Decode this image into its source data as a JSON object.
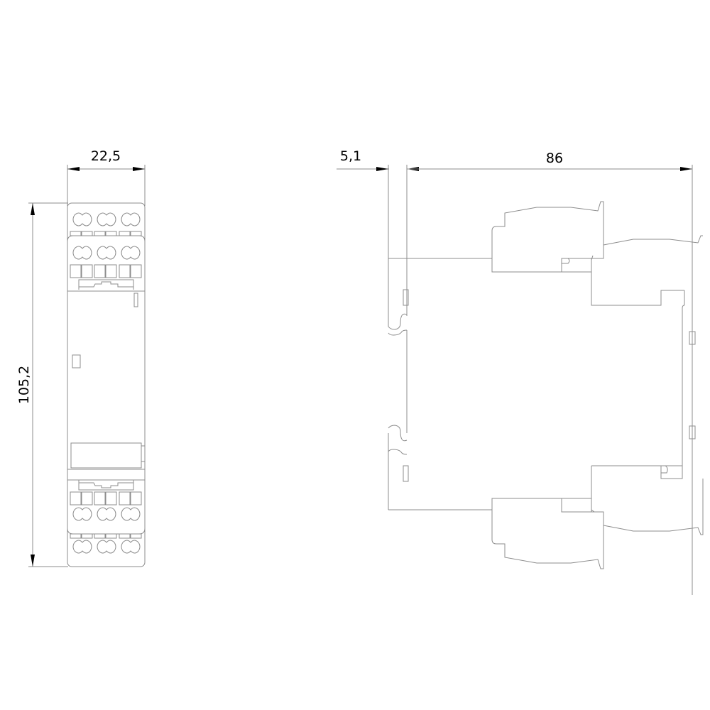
{
  "drawing": {
    "type": "technical-dimension-drawing",
    "units": "mm",
    "front_view": {
      "width_label": "22,5",
      "height_label": "105,2",
      "terminal_rows_top": 2,
      "terminal_rows_bottom": 2,
      "terminals_per_row": 3
    },
    "side_view": {
      "offset_label": "5,1",
      "depth_label": "86"
    },
    "colors": {
      "line": "#8c8c8c",
      "text": "#000000",
      "background": "#ffffff"
    }
  }
}
